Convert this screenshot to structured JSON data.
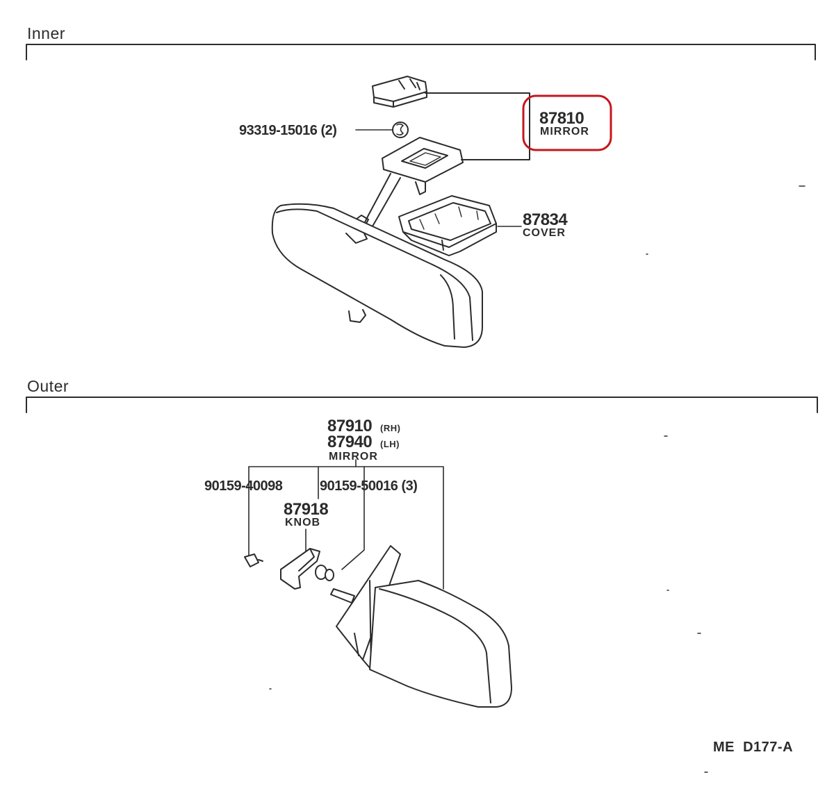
{
  "sections": {
    "inner_title": "Inner",
    "outer_title": "Outer"
  },
  "inner": {
    "mirror": {
      "number": "87810",
      "name": "MIRROR"
    },
    "screw": {
      "number": "93319-15016 (2)",
      "symbol": "S"
    },
    "cover": {
      "number": "87834",
      "name": "COVER"
    }
  },
  "outer": {
    "mirror_rh": {
      "number": "87910",
      "suffix": "(RH)"
    },
    "mirror_lh": {
      "number": "87940",
      "suffix": "(LH)"
    },
    "mirror_name": "MIRROR",
    "screw_a": "90159-40098",
    "screw_b": "90159-50016 (3)",
    "knob": {
      "number": "87918",
      "name": "KNOB"
    }
  },
  "diagram_code": "ME  D177-A",
  "colors": {
    "highlight": "#c4161c",
    "ink": "#2b2b2b"
  }
}
